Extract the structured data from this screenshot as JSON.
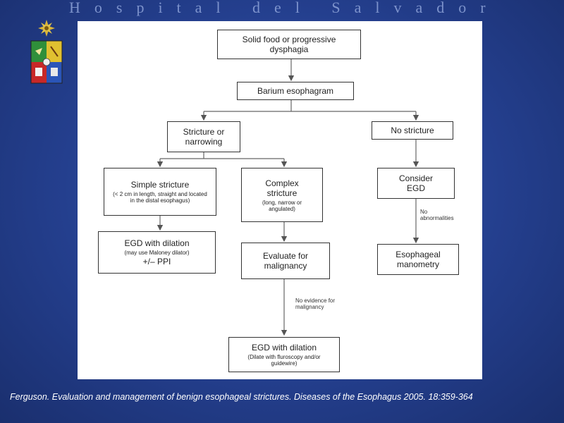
{
  "header": {
    "title": "Hospital del Salvador"
  },
  "flowchart": {
    "nodes": {
      "start": {
        "title": "Solid food or progressive dysphagia"
      },
      "barium": {
        "title": "Barium esophagram"
      },
      "stricture": {
        "title": "Stricture or narrowing"
      },
      "no_stricture": {
        "title": "No stricture"
      },
      "simple": {
        "title": "Simple stricture",
        "detail": "(< 2 cm in length, straight and located in the distal esophagus)"
      },
      "complex": {
        "title": "Complex stricture",
        "detail": "(long, narrow or angulated)"
      },
      "consider_egd": {
        "title": "Consider EGD"
      },
      "egd_dilation_1": {
        "title": "EGD with dilation",
        "detail": "(may use Maloney dilator)",
        "extra": "+/– PPI"
      },
      "evaluate": {
        "title": "Evaluate for malignancy"
      },
      "manometry": {
        "title": "Esophageal manometry"
      },
      "egd_dilation_2": {
        "title": "EGD with dilation",
        "detail": "(Dilate with fluroscopy and/or guidewire)"
      }
    },
    "edge_labels": {
      "no_abnormalities": "No abnormalities",
      "no_malignancy": "No evidence for malignancy"
    }
  },
  "citation": "Ferguson. Evaluation and management of benign esophageal strictures.   Diseases of the  Esophagus 2005. 18:359-364"
}
